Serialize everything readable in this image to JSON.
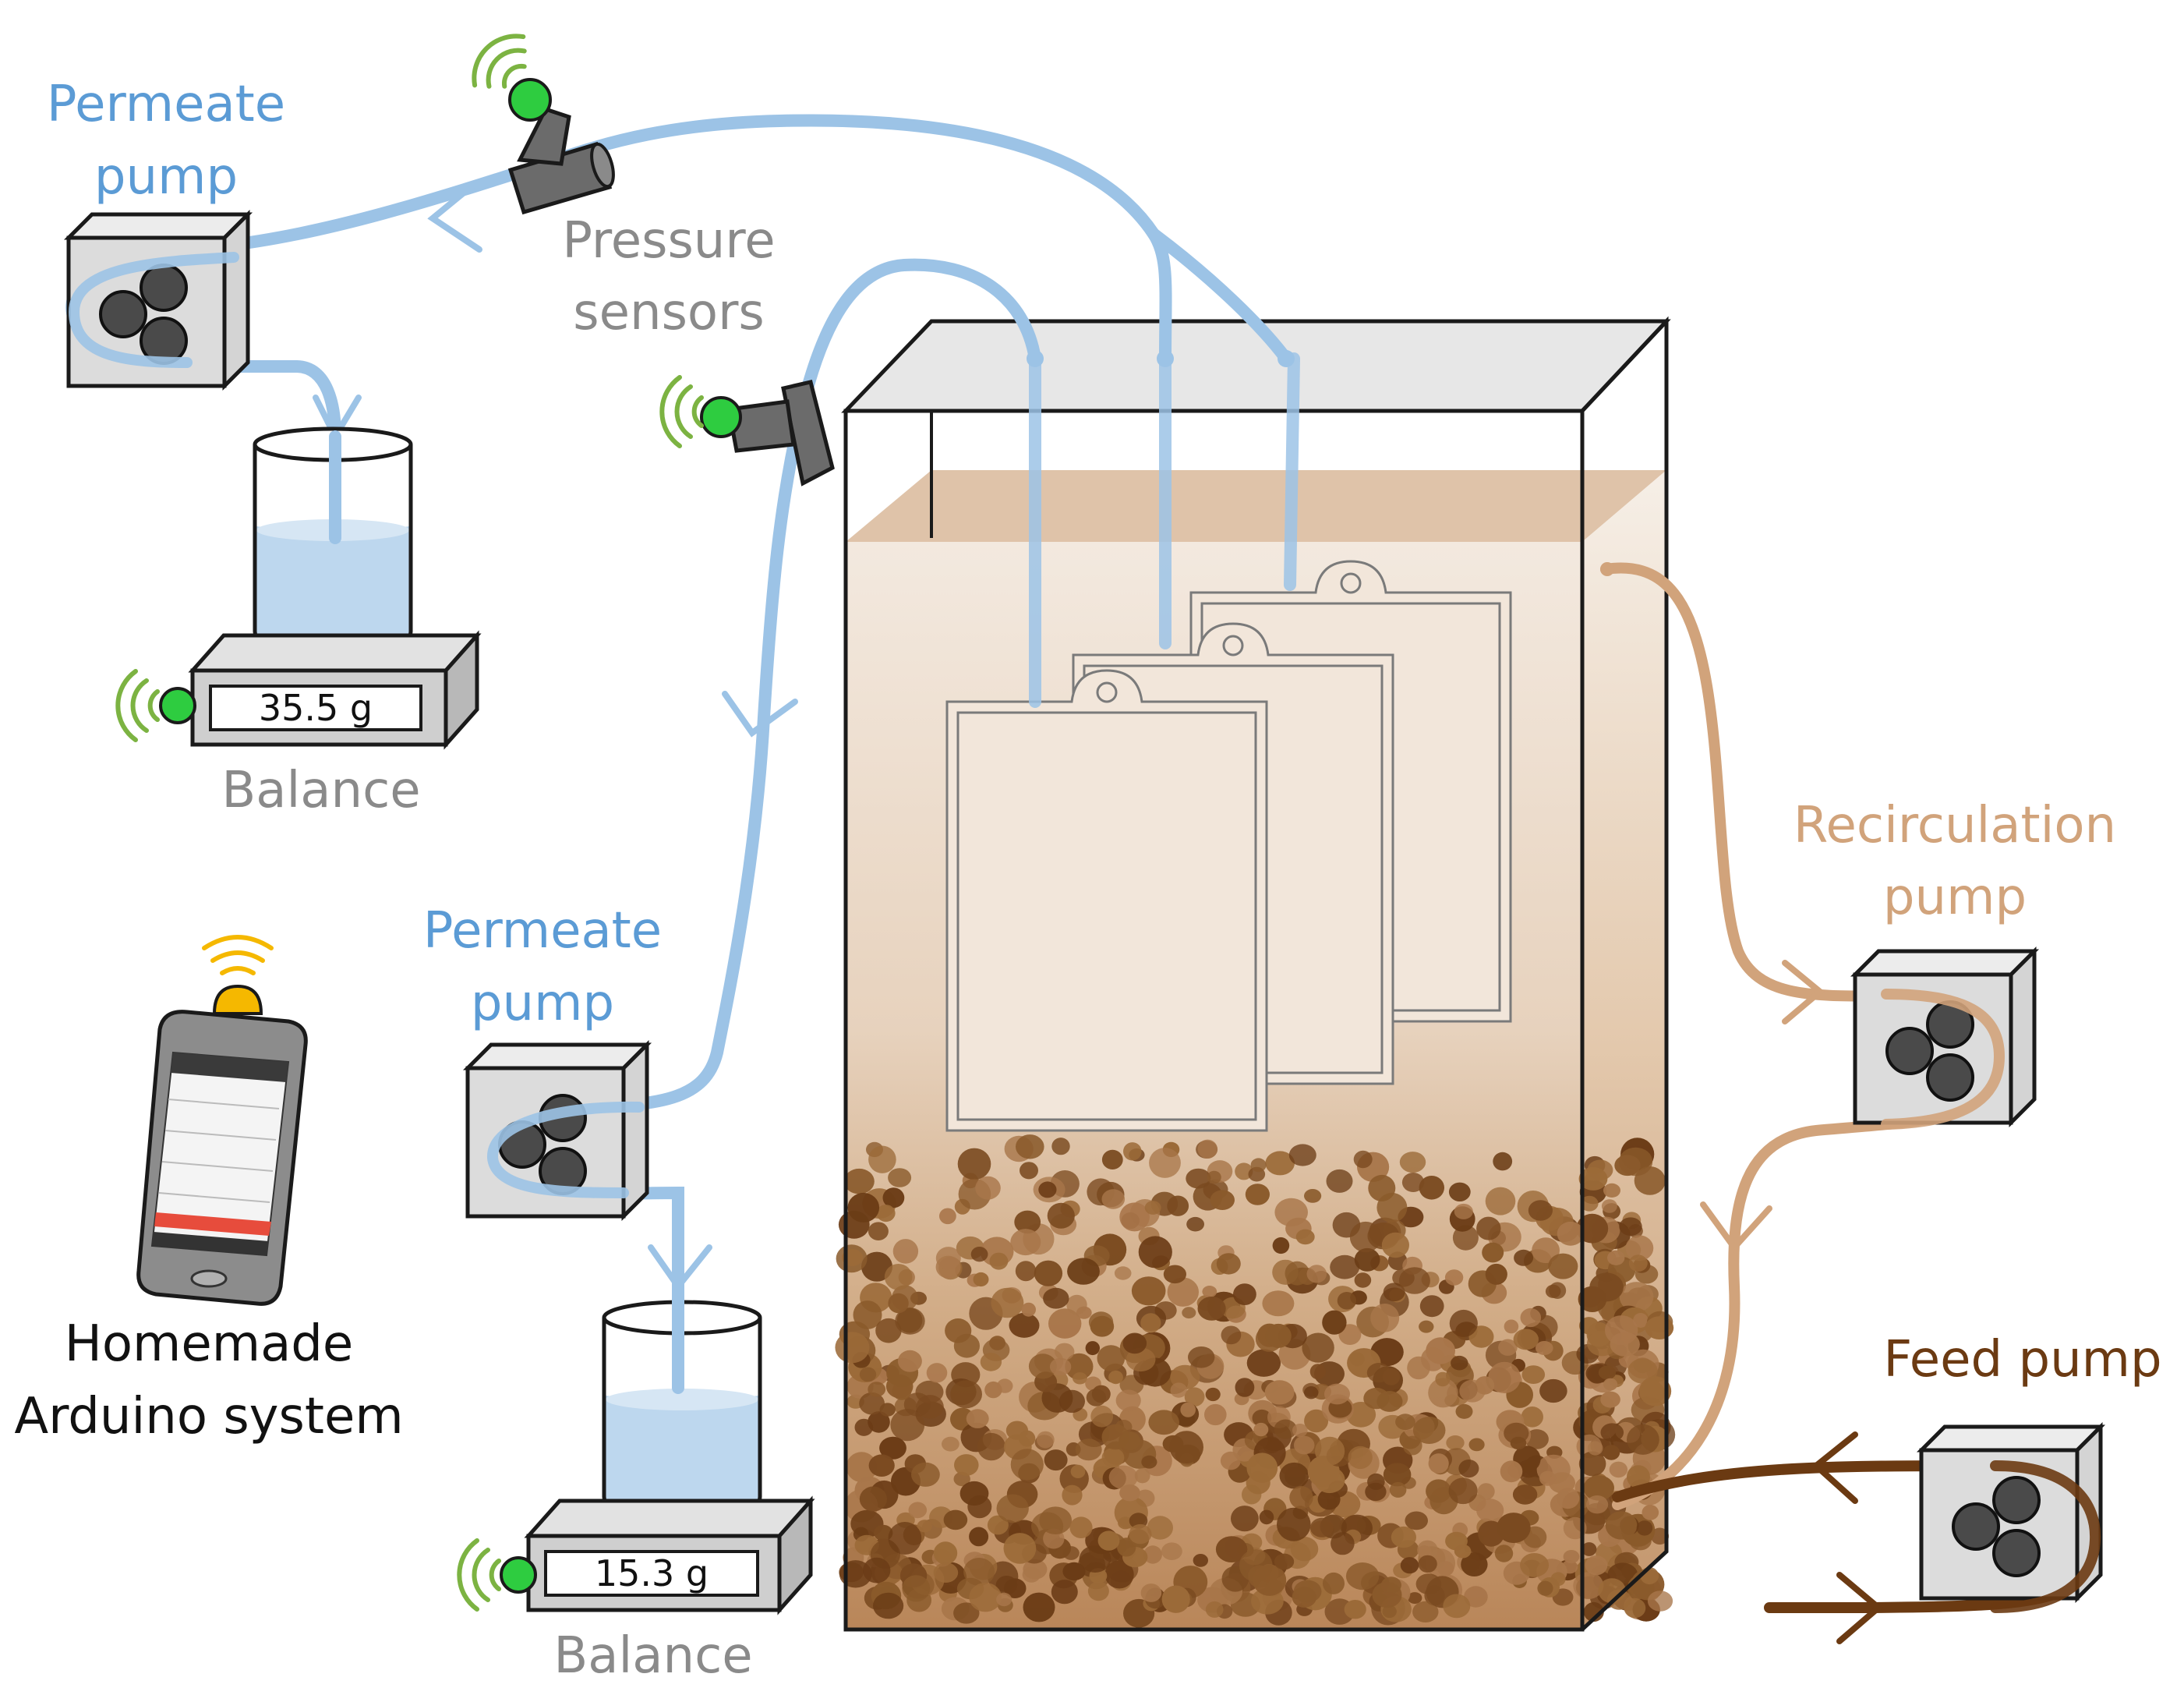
{
  "labels": {
    "permeate_pump_top": [
      "Permeate",
      "pump"
    ],
    "pressure_sensors": [
      "Pressure",
      "sensors"
    ],
    "balance_top": "Balance",
    "permeate_pump_mid": [
      "Permeate",
      "pump"
    ],
    "balance_bottom": "Balance",
    "recirculation_pump": [
      "Recirculation",
      "pump"
    ],
    "feed_pump": "Feed pump",
    "arduino": [
      "Homemade",
      "Arduino system"
    ]
  },
  "balances": {
    "top_reading": "35.5 g",
    "bottom_reading": "15.3 g"
  },
  "colors": {
    "permeate_line": "#9cc3e6",
    "recirculation_line": "#d1a37b",
    "feed_line": "#6b3a12",
    "signal": "#7cb342",
    "sensor_led": "#2ecc40",
    "phone_led": "#f5b800"
  },
  "icons": {
    "signal": "wireless-signal-icon",
    "pump": "peristaltic-pump-icon",
    "sensor": "pressure-sensor-icon",
    "phone": "smartphone-icon"
  }
}
